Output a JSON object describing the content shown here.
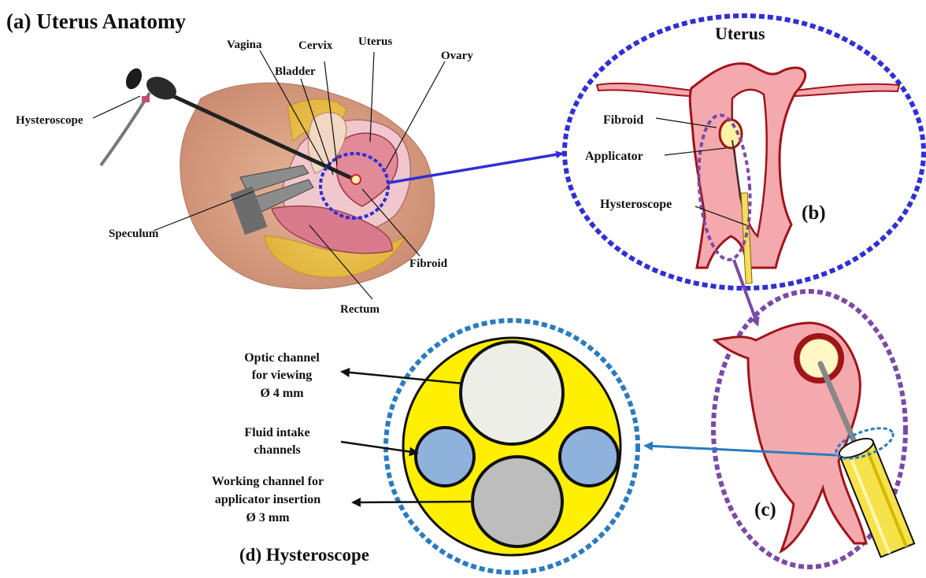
{
  "panel_a": {
    "title": "(a) Uterus Anatomy",
    "labels": {
      "vagina": "Vagina",
      "cervix": "Cervix",
      "uterus": "Uterus",
      "ovary": "Ovary",
      "bladder": "Bladder",
      "hysteroscope": "Hysteroscope",
      "speculum": "Speculum",
      "fibroid": "Fibroid",
      "rectum": "Rectum"
    }
  },
  "panel_b": {
    "title": "Uterus",
    "tag": "(b)",
    "labels": {
      "fibroid": "Fibroid",
      "applicator": "Applicator",
      "hysteroscope": "Hysteroscope"
    }
  },
  "panel_c": {
    "tag": "(c)"
  },
  "panel_d": {
    "title": "(d) Hysteroscope",
    "optic_line1": "Optic channel",
    "optic_line2": "for viewing",
    "optic_line3": "Ø 4 mm",
    "fluid_line1": "Fluid intake",
    "fluid_line2": "channels",
    "working_line1": "Working channel for",
    "working_line2": "applicator insertion",
    "working_line3": "Ø 3 mm"
  },
  "colors": {
    "blue_dash": "#2f2fd6",
    "purple_dash": "#7a4aa8",
    "teal_dash": "#2a7bbf",
    "uterus_fill": "#f4a9ae",
    "uterus_stroke": "#a0141a",
    "hysteroscope_fill": "#ffef00",
    "optic_fill": "#eeeee8",
    "fluid_fill": "#8fb2dd",
    "working_fill": "#bdbdbd"
  }
}
